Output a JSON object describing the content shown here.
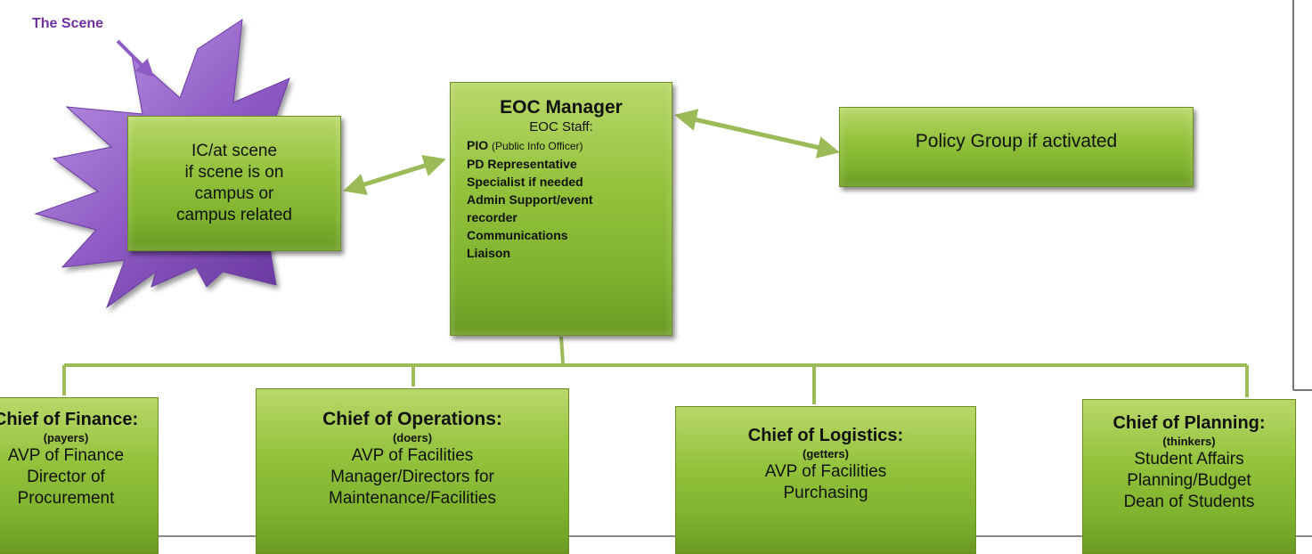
{
  "scene": {
    "label": "The Scene",
    "ic_lines": [
      "IC/at scene",
      "if scene is on",
      "campus or",
      "campus related"
    ]
  },
  "eoc": {
    "title": "EOC Manager",
    "subtitle": "EOC Staff:",
    "staff": [
      {
        "name": "PIO",
        "note": "(Public Info Officer)"
      },
      {
        "name": "PD Representative",
        "note": ""
      },
      {
        "name": "Specialist if needed",
        "note": ""
      },
      {
        "name": "Admin Support/event",
        "note": ""
      },
      {
        "name": "recorder",
        "note": ""
      },
      {
        "name": "Communications",
        "note": ""
      },
      {
        "name": "Liaison",
        "note": ""
      }
    ]
  },
  "policy": {
    "label": "Policy Group if activated"
  },
  "chiefs": [
    {
      "title": "Chief of Finance:",
      "tag": "(payers)",
      "lines": [
        "AVP of Finance",
        "Director of",
        "Procurement"
      ]
    },
    {
      "title": "Chief of Operations:",
      "tag": "(doers)",
      "lines": [
        "AVP of Facilities",
        "Manager/Directors for",
        "Maintenance/Facilities"
      ]
    },
    {
      "title": "Chief of Logistics:",
      "tag": "(getters)",
      "lines": [
        "AVP of Facilities",
        "Purchasing"
      ]
    },
    {
      "title": "Chief of Planning:",
      "tag": "(thinkers)",
      "lines": [
        "Student Affairs",
        "Planning/Budget",
        "Dean of Students"
      ]
    }
  ],
  "colors": {
    "box_green": "#94c33d",
    "connector_green": "#9bbb59",
    "star_purple": "#8e5bc4",
    "label_purple": "#7030a0"
  }
}
